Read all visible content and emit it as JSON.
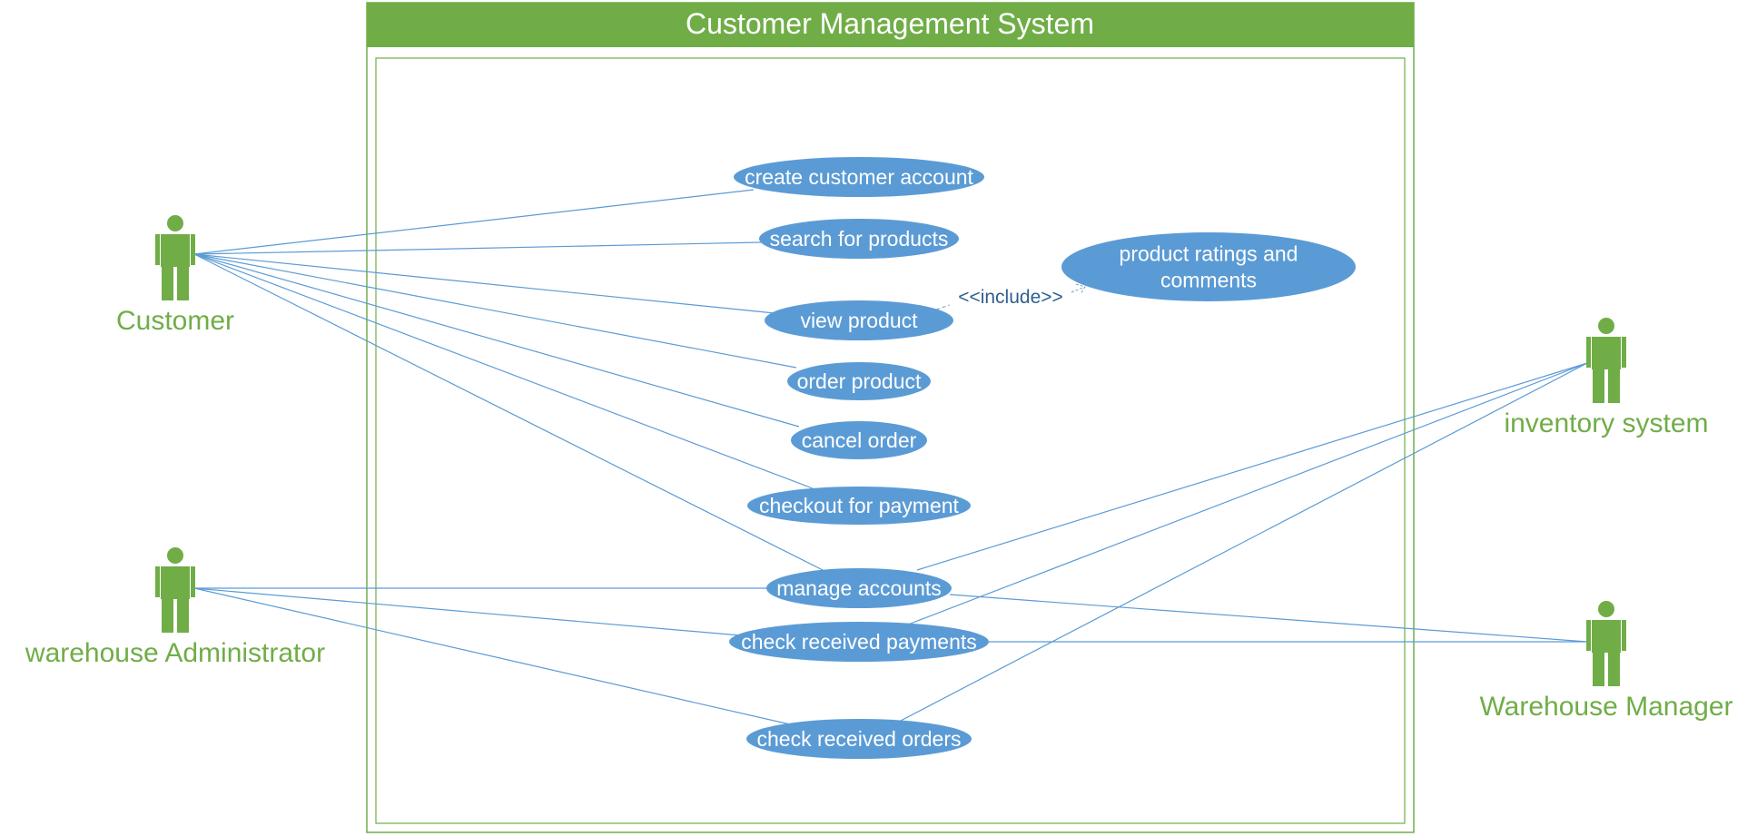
{
  "system": {
    "title": "Customer Management System"
  },
  "colors": {
    "title_bar": "#70ad47",
    "actor": "#70ad47",
    "actor_label": "#70ad47",
    "use_case_fill": "#5b9bd5",
    "use_case_text": "#ffffff",
    "association_line": "#5b9bd5",
    "stereotype_text": "#2f5f8f"
  },
  "actors": [
    {
      "id": "customer",
      "label": "Customer"
    },
    {
      "id": "warehouse-admin",
      "label": "warehouse Administrator"
    },
    {
      "id": "inventory-system",
      "label": "inventory system"
    },
    {
      "id": "warehouse-manager",
      "label": "Warehouse Manager"
    }
  ],
  "use_cases": [
    {
      "id": "create-customer-account",
      "lines": [
        "create customer account"
      ]
    },
    {
      "id": "search-for-products",
      "lines": [
        "search for products"
      ]
    },
    {
      "id": "view-product",
      "lines": [
        "view product"
      ]
    },
    {
      "id": "product-ratings",
      "lines": [
        "product ratings and",
        "comments"
      ]
    },
    {
      "id": "order-product",
      "lines": [
        "order product"
      ]
    },
    {
      "id": "cancel-order",
      "lines": [
        "cancel order"
      ]
    },
    {
      "id": "checkout-for-payment",
      "lines": [
        "checkout for payment"
      ]
    },
    {
      "id": "manage-accounts",
      "lines": [
        "manage accounts"
      ]
    },
    {
      "id": "check-received-payments",
      "lines": [
        "check received payments"
      ]
    },
    {
      "id": "check-received-orders",
      "lines": [
        "check received orders"
      ]
    }
  ],
  "associations": [
    {
      "actor": "customer",
      "use_case": "create-customer-account"
    },
    {
      "actor": "customer",
      "use_case": "search-for-products"
    },
    {
      "actor": "customer",
      "use_case": "view-product"
    },
    {
      "actor": "customer",
      "use_case": "order-product"
    },
    {
      "actor": "customer",
      "use_case": "cancel-order"
    },
    {
      "actor": "customer",
      "use_case": "checkout-for-payment"
    },
    {
      "actor": "customer",
      "use_case": "manage-accounts"
    },
    {
      "actor": "warehouse-admin",
      "use_case": "manage-accounts"
    },
    {
      "actor": "warehouse-admin",
      "use_case": "check-received-payments"
    },
    {
      "actor": "warehouse-admin",
      "use_case": "check-received-orders"
    },
    {
      "actor": "inventory-system",
      "use_case": "manage-accounts"
    },
    {
      "actor": "inventory-system",
      "use_case": "check-received-payments"
    },
    {
      "actor": "inventory-system",
      "use_case": "check-received-orders"
    },
    {
      "actor": "warehouse-manager",
      "use_case": "manage-accounts"
    },
    {
      "actor": "warehouse-manager",
      "use_case": "check-received-payments"
    }
  ],
  "include": {
    "from": "view-product",
    "to": "product-ratings",
    "label": "<<include>>"
  }
}
